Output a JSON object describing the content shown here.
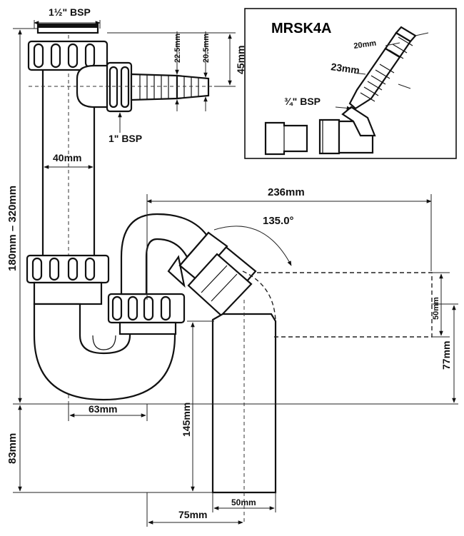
{
  "title": "MRSK4A",
  "labels": {
    "bsp_top": "1½\" BSP",
    "bsp_inlet": "1\" BSP",
    "bsp_small": "¾\" BSP",
    "d_22_5": "22.5mm",
    "d_20_5": "20.5mm",
    "d_45": "45mm",
    "d_40": "40mm",
    "d_height": "180mm – 320mm",
    "d_236": "236mm",
    "d_angle": "135.0°",
    "d_50_side": "50mm",
    "d_77": "77mm",
    "d_63": "63mm",
    "d_83": "83mm",
    "d_145": "145mm",
    "d_50_bottom": "50mm",
    "d_75": "75mm",
    "inset_20": "20mm",
    "inset_23": "23mm"
  }
}
